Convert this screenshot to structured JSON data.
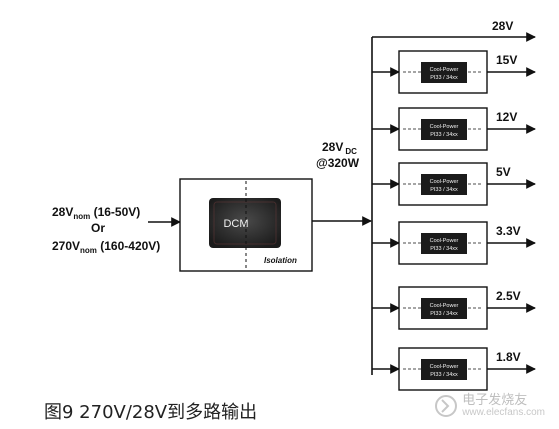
{
  "input": {
    "line1_prefix": "28V",
    "line1_sub": "nom",
    "line1_range": " (16-50V)",
    "or_text": "Or",
    "line2_prefix": "270V",
    "line2_sub": "nom",
    "line2_range": " (160-420V)"
  },
  "converter": {
    "chip_label": "DCM",
    "isolation_label": "Isolation"
  },
  "bus": {
    "voltage_main": "28V",
    "voltage_sub": "DC",
    "power": "@320W",
    "top_output": "28V"
  },
  "modules": [
    {
      "line1": "Cool-Power",
      "line2": "PI33 / 34xx",
      "output": "15V"
    },
    {
      "line1": "Cool-Power",
      "line2": "PI33 / 34xx",
      "output": "12V"
    },
    {
      "line1": "Cool-Power",
      "line2": "PI33 / 34xx",
      "output": "5V"
    },
    {
      "line1": "Cool-Power",
      "line2": "PI33 / 34xx",
      "output": "3.3V"
    },
    {
      "line1": "Cool-Power",
      "line2": "PI33 / 34xx",
      "output": "2.5V"
    },
    {
      "line1": "Cool-Power",
      "line2": "PI33 / 34xx",
      "output": "1.8V"
    }
  ],
  "caption": "图9  270V/28V到多路输出",
  "watermark": {
    "main": "电子发烧友",
    "sub": "www.elecfans.com"
  }
}
